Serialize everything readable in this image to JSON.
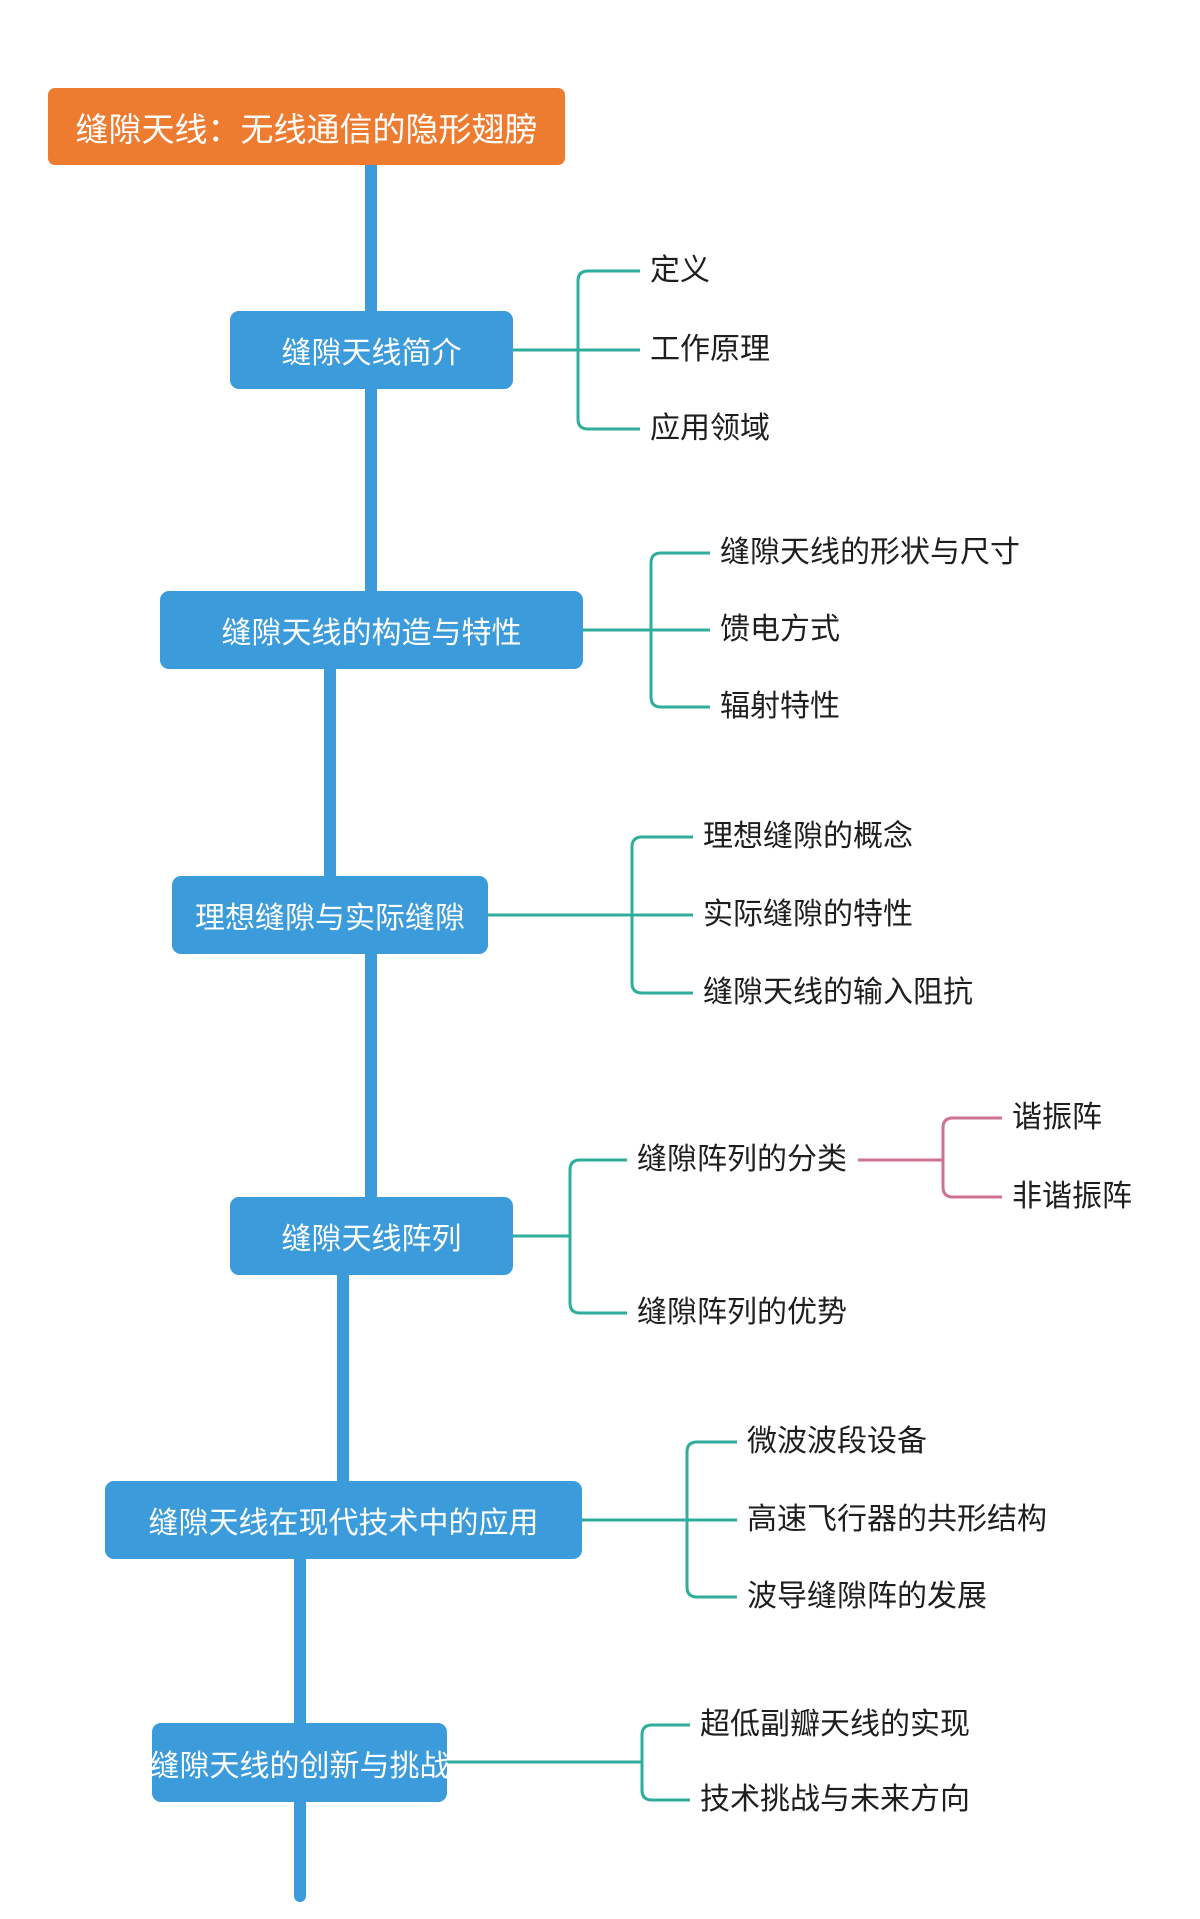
{
  "root": {
    "label": "缝隙天线：无线通信的隐形翅膀"
  },
  "branches": [
    {
      "label": "缝隙天线简介",
      "children": [
        {
          "label": "定义"
        },
        {
          "label": "工作原理"
        },
        {
          "label": "应用领域"
        }
      ]
    },
    {
      "label": "缝隙天线的构造与特性",
      "children": [
        {
          "label": "缝隙天线的形状与尺寸"
        },
        {
          "label": "馈电方式"
        },
        {
          "label": "辐射特性"
        }
      ]
    },
    {
      "label": "理想缝隙与实际缝隙",
      "children": [
        {
          "label": "理想缝隙的概念"
        },
        {
          "label": "实际缝隙的特性"
        },
        {
          "label": "缝隙天线的输入阻抗"
        }
      ]
    },
    {
      "label": "缝隙天线阵列",
      "children": [
        {
          "label": "缝隙阵列的分类",
          "children": [
            {
              "label": "谐振阵"
            },
            {
              "label": "非谐振阵"
            }
          ]
        },
        {
          "label": "缝隙阵列的优势"
        }
      ]
    },
    {
      "label": "缝隙天线在现代技术中的应用",
      "children": [
        {
          "label": "微波波段设备"
        },
        {
          "label": "高速飞行器的共形结构"
        },
        {
          "label": "波导缝隙阵的发展"
        }
      ]
    },
    {
      "label": "缝隙天线的创新与挑战",
      "children": [
        {
          "label": "超低副瓣天线的实现"
        },
        {
          "label": "技术挑战与未来方向"
        }
      ]
    }
  ],
  "colors": {
    "root_bg": "#ED7C31",
    "node_bg": "#3B9BDB",
    "spine": "#3B9BDB",
    "connector": "#2EAE9B",
    "sub_connector": "#CE7293",
    "node_text": "#FFFFFF",
    "leaf_text": "#1E1E1E"
  }
}
